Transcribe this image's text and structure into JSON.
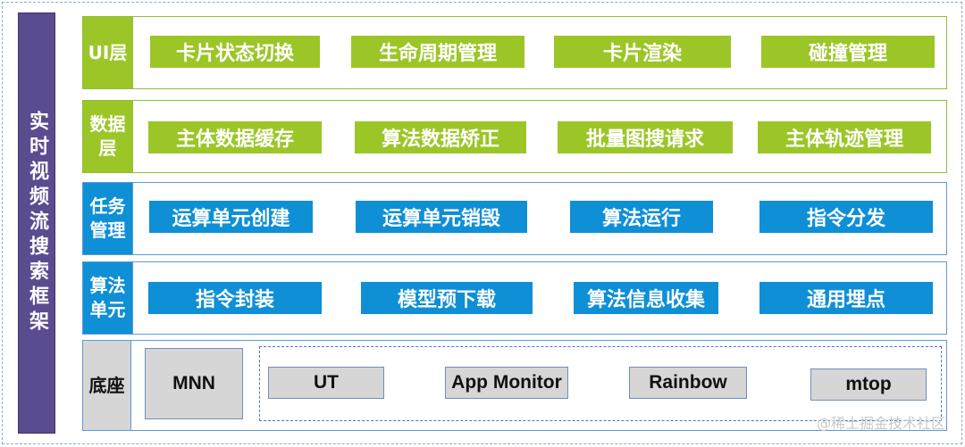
{
  "side_title": "实时视频流搜索框架",
  "layers": {
    "ui": {
      "label": "UI层",
      "modules": [
        "卡片状态切换",
        "生命周期管理",
        "卡片渲染",
        "碰撞管理"
      ]
    },
    "data": {
      "label": "数据\n层",
      "modules": [
        "主体数据缓存",
        "算法数据矫正",
        "批量图搜请求",
        "主体轨迹管理"
      ]
    },
    "task": {
      "label": "任务\n管理",
      "modules": [
        "运算单元创建",
        "运算单元销毁",
        "算法运行",
        "指令分发"
      ]
    },
    "algo": {
      "label": "算法\n单元",
      "modules": [
        "指令封装",
        "模型预下载",
        "算法信息收集",
        "通用埋点"
      ]
    },
    "base": {
      "label": "底座",
      "modules": [
        "MNN",
        "UT",
        "App Monitor",
        "Rainbow",
        "mtop"
      ]
    }
  },
  "watermark": "@稀土掘金技术社区",
  "colors": {
    "side_bar": "#5b4b8f",
    "green_layer_label": "#9cc628",
    "green_module": "#9cc628",
    "green_border": "#8fbf3a",
    "blue_layer_label": "#0e8fd6",
    "blue_module": "#0e8fd6",
    "blue_border": "#5b9bd5",
    "base_label": "#d6d6d6",
    "base_module": "#d6d6d6"
  }
}
